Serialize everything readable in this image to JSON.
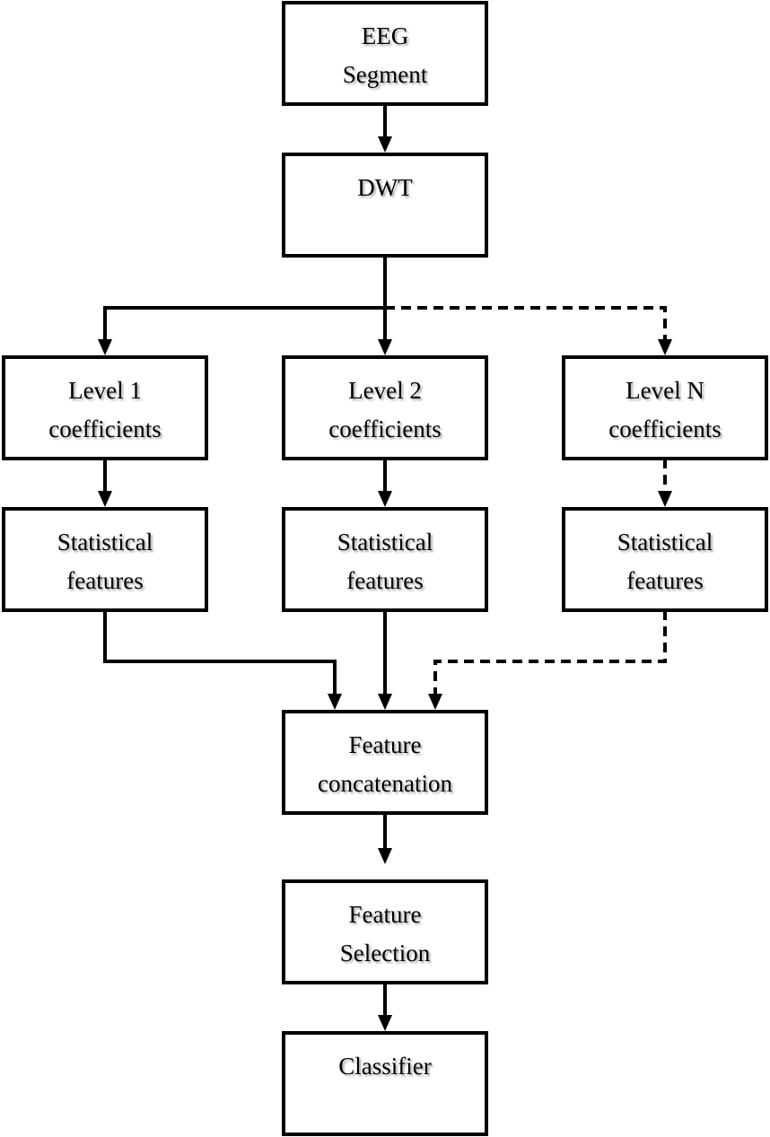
{
  "nodes": {
    "eeg_segment": {
      "lines": [
        "EEG",
        "Segment"
      ]
    },
    "dwt": {
      "lines": [
        "DWT"
      ]
    },
    "level_1": {
      "lines": [
        "Level 1",
        "coefficients"
      ]
    },
    "level_2": {
      "lines": [
        "Level 2",
        "coefficients"
      ]
    },
    "level_n": {
      "lines": [
        "Level N",
        "coefficients"
      ]
    },
    "stat_1": {
      "lines": [
        "Statistical",
        "features"
      ]
    },
    "stat_2": {
      "lines": [
        "Statistical",
        "features"
      ]
    },
    "stat_n": {
      "lines": [
        "Statistical",
        "features"
      ]
    },
    "concat": {
      "lines": [
        "Feature",
        "concatenation"
      ]
    },
    "selection": {
      "lines": [
        "Feature",
        "Selection"
      ]
    },
    "classifier": {
      "lines": [
        "Classifier"
      ]
    }
  },
  "edges": [
    {
      "from": "eeg_segment",
      "to": "dwt",
      "style": "solid"
    },
    {
      "from": "dwt",
      "to": "level_1",
      "style": "solid"
    },
    {
      "from": "dwt",
      "to": "level_2",
      "style": "solid"
    },
    {
      "from": "dwt",
      "to": "level_n",
      "style": "dashed"
    },
    {
      "from": "level_1",
      "to": "stat_1",
      "style": "solid"
    },
    {
      "from": "level_2",
      "to": "stat_2",
      "style": "solid"
    },
    {
      "from": "level_n",
      "to": "stat_n",
      "style": "dashed"
    },
    {
      "from": "stat_1",
      "to": "concat",
      "style": "solid"
    },
    {
      "from": "stat_2",
      "to": "concat",
      "style": "solid"
    },
    {
      "from": "stat_n",
      "to": "concat",
      "style": "dashed"
    },
    {
      "from": "concat",
      "to": "selection",
      "style": "solid"
    },
    {
      "from": "selection",
      "to": "classifier",
      "style": "solid"
    }
  ]
}
